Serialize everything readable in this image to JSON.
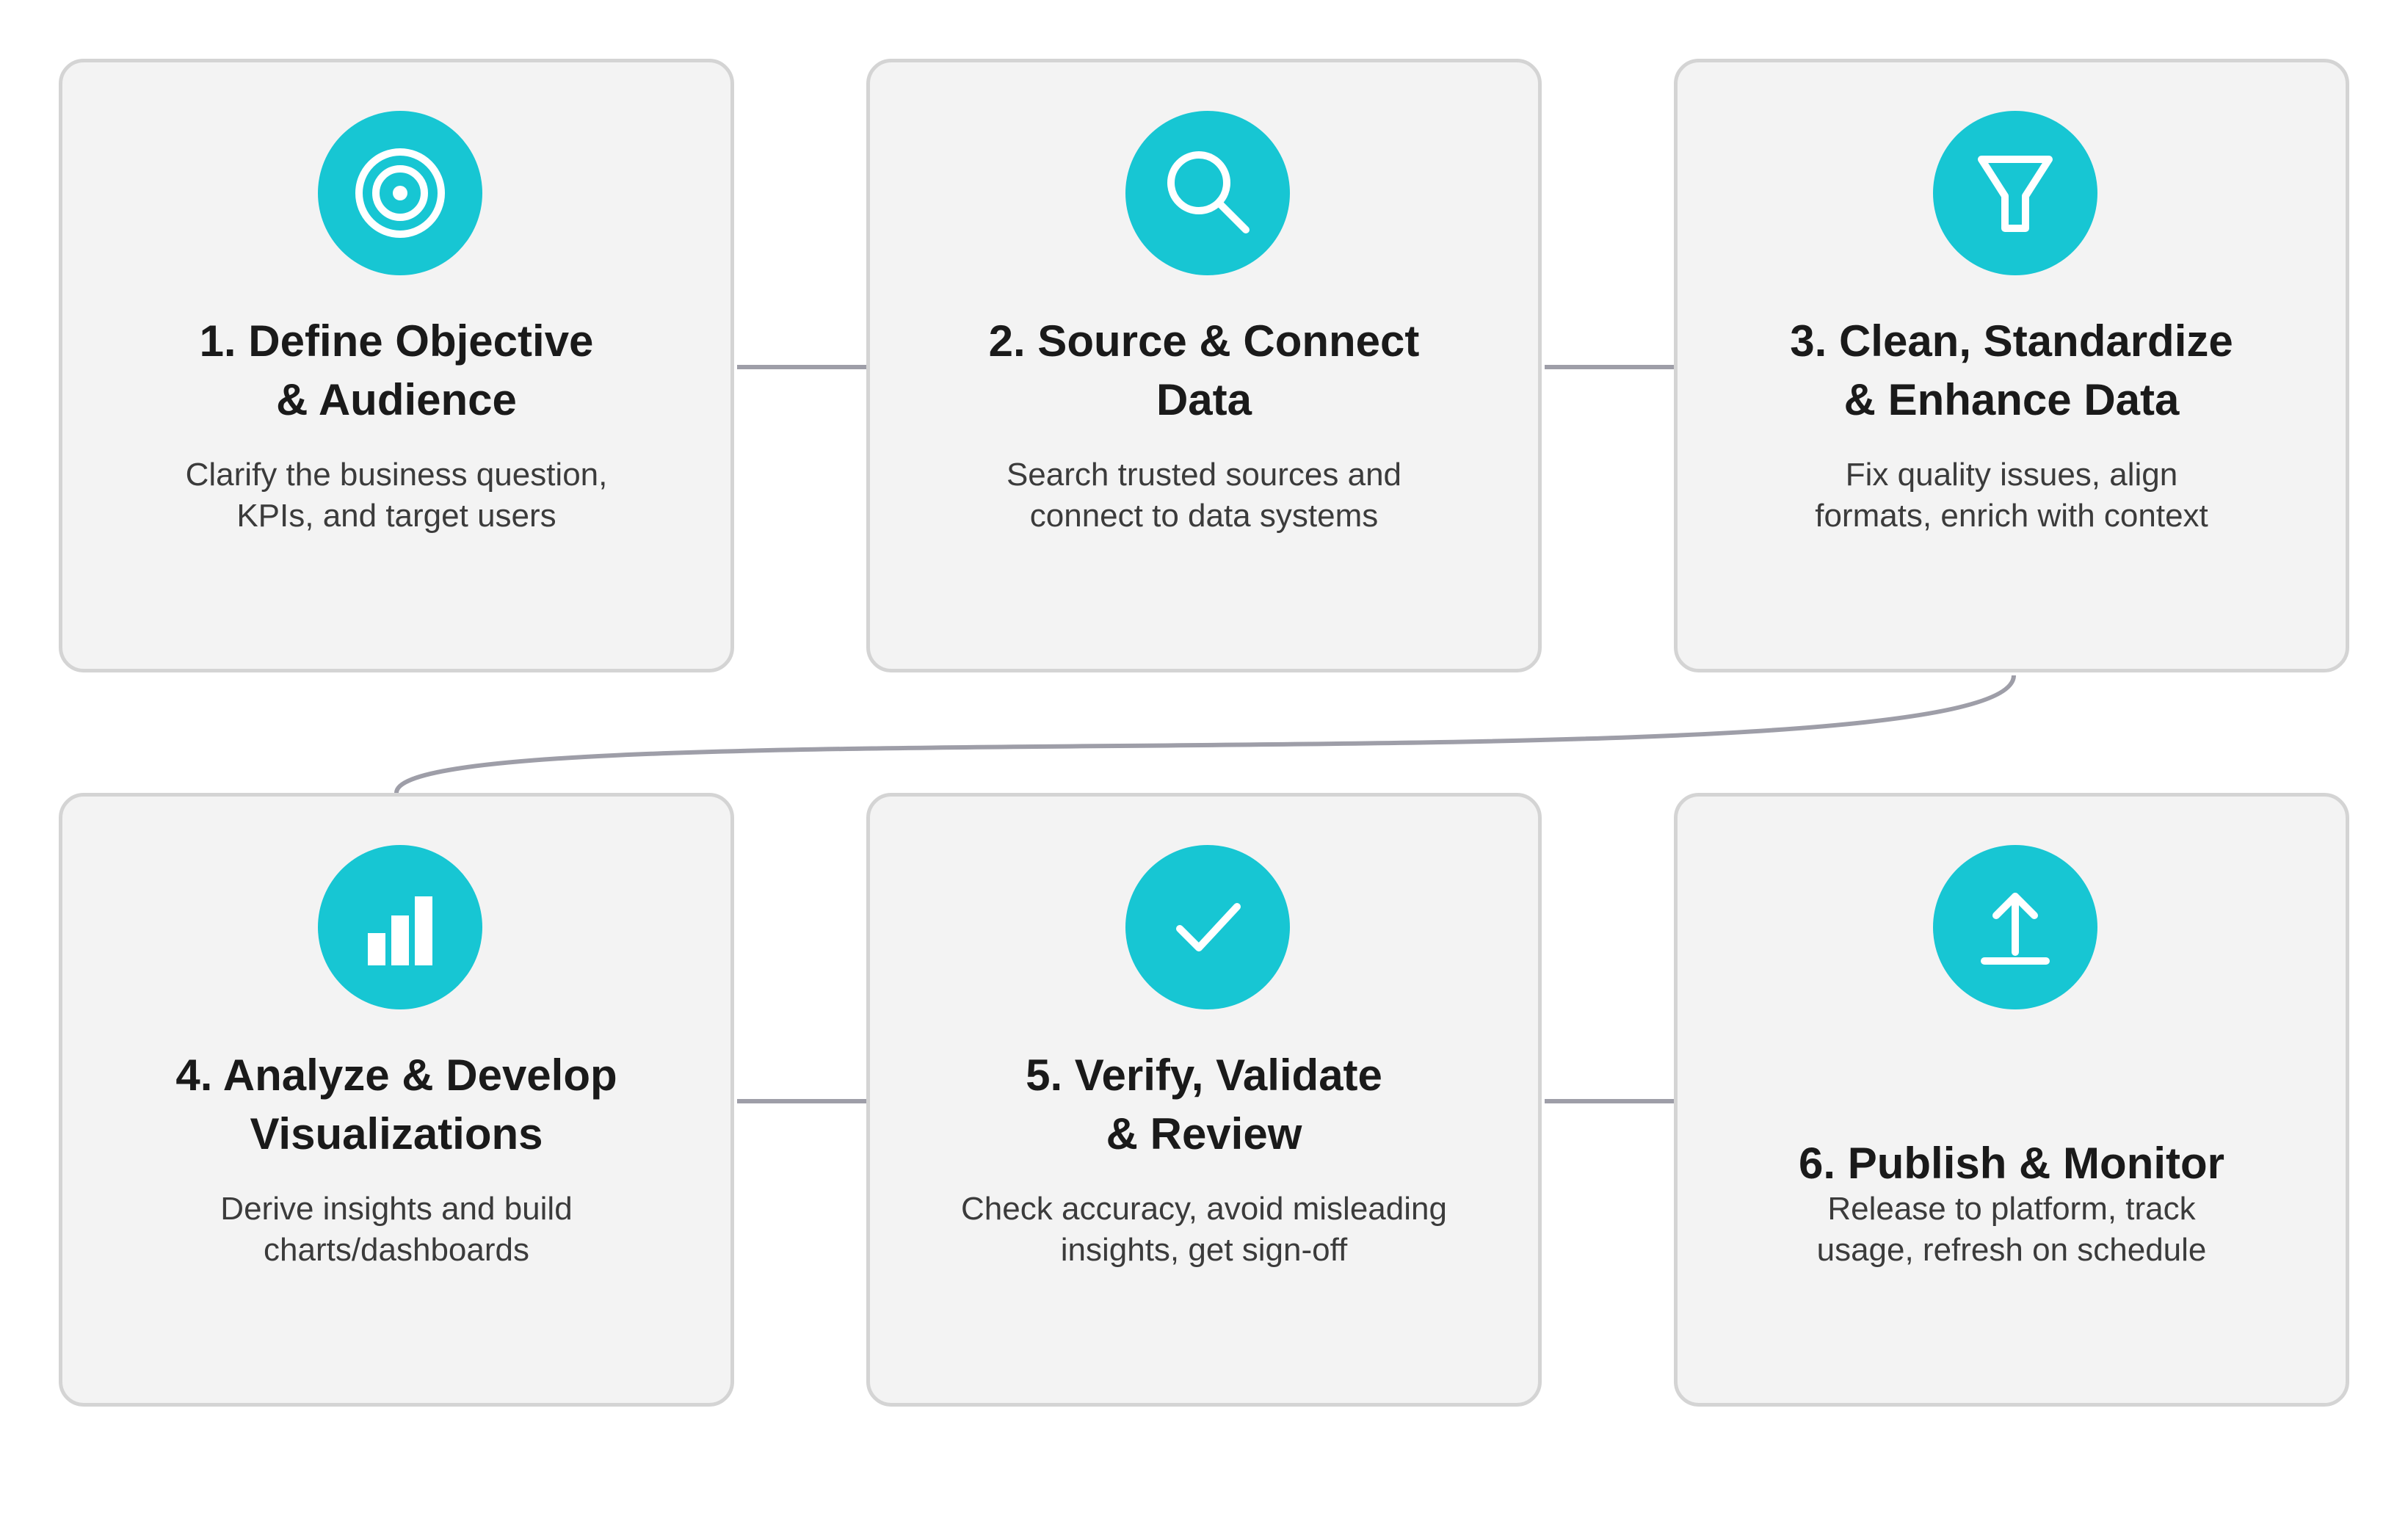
{
  "colors": {
    "accent": "#17c6d3",
    "card_background": "#f3f3f3",
    "card_border": "#d4d4d4",
    "connector": "#9e9ea8"
  },
  "steps": [
    {
      "icon": "target-icon",
      "title": "1. Define Objective\n& Audience",
      "description": "Clarify the business question,\nKPIs, and target users"
    },
    {
      "icon": "search-icon",
      "title": "2. Source & Connect\nData",
      "description": "Search trusted sources and\nconnect to data systems"
    },
    {
      "icon": "filter-icon",
      "title": "3. Clean, Standardize\n& Enhance Data",
      "description": "Fix quality issues, align\nformats, enrich with context"
    },
    {
      "icon": "bar-chart-icon",
      "title": "4. Analyze & Develop\nVisualizations",
      "description": "Derive insights and build\ncharts/dashboards"
    },
    {
      "icon": "checkmark-icon",
      "title": "5. Verify, Validate\n& Review",
      "description": "Check accuracy, avoid misleading\ninsights, get sign-off"
    },
    {
      "icon": "upload-icon",
      "title": "6. Publish & Monitor",
      "description": "Release to platform, track\nusage, refresh on schedule"
    }
  ]
}
